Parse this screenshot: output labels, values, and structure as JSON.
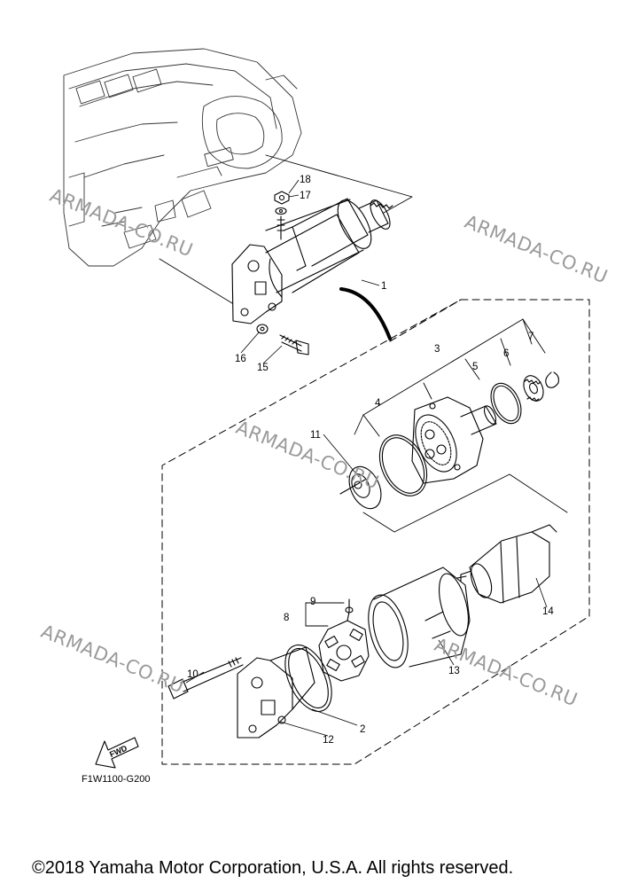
{
  "watermarks": [
    {
      "text": "ARMADA-CO.RU"
    },
    {
      "text": "ARMADA-CO.RU"
    },
    {
      "text": "ARMADA-CO.RU"
    },
    {
      "text": "ARMADA-CO.RU"
    },
    {
      "text": "ARMADA-CO.RU"
    }
  ],
  "callouts": {
    "c1": "1",
    "c2": "2",
    "c3": "3",
    "c4": "4",
    "c5": "5",
    "c6": "6",
    "c7": "7",
    "c8": "8",
    "c9": "9",
    "c10": "10",
    "c11": "11",
    "c12": "12",
    "c13": "13",
    "c14": "14",
    "c15": "15",
    "c16": "16",
    "c17": "17",
    "c18": "18"
  },
  "fwd_label": "FWD",
  "diagram_code": "F1W1100-G200",
  "copyright": "©2018 Yamaha Motor Corporation, U.S.A. All rights reserved."
}
